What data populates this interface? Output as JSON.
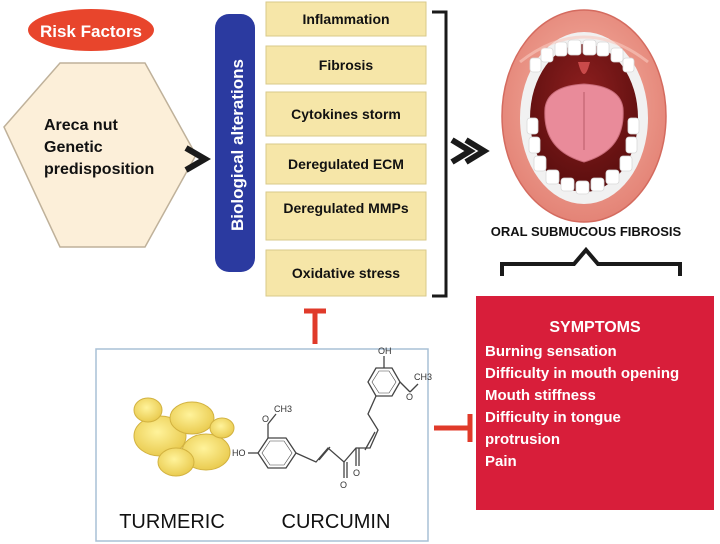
{
  "risk_factors": {
    "title": "Risk Factors",
    "items": [
      "Areca nut",
      "Genetic",
      "predisposition"
    ]
  },
  "biological_alterations": {
    "title": "Biological alterations",
    "items": [
      "Inflammation",
      "Fibrosis",
      "Cytokines storm",
      "Deregulated ECM",
      "Deregulated MMPs",
      "Oxidative stress"
    ]
  },
  "disease": {
    "label": "ORAL SUBMUCOUS FIBROSIS"
  },
  "symptoms": {
    "title": "SYMPTOMS",
    "items": [
      "Burning sensation",
      "Difficulty in mouth opening",
      "Mouth stiffness",
      "Difficulty in tongue",
      "protrusion",
      "Pain"
    ]
  },
  "treatment": {
    "turmeric_label": "TURMERIC",
    "curcumin_label": "CURCUMIN",
    "chem_labels": [
      "OH",
      "O",
      "CH3",
      "HO",
      "O",
      "CH3",
      "O",
      "O"
    ]
  },
  "colors": {
    "risk_pill": "#e8452c",
    "hexagon_fill": "#fcefd9",
    "bio_bar": "#2b3aa0",
    "box_fill": "#f6e6a8",
    "box_stroke": "#d8c98a",
    "symptoms_fill": "#d81e3a",
    "inhibitor": "#e03a2a"
  }
}
